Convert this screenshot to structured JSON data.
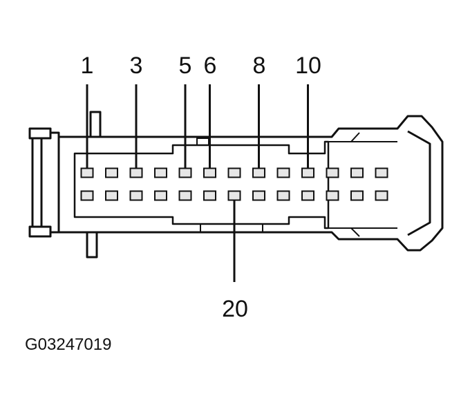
{
  "top_pin_labels": [
    "1",
    "3",
    "5",
    "6",
    "8",
    "10"
  ],
  "bottom_pin_labels": [
    "20"
  ],
  "figure_code": "G03247019",
  "connector": {
    "rows": 2,
    "pins_per_row": 13
  },
  "colors": {
    "line": "#111111",
    "background": "#ffffff",
    "pin_fill": "#e6e6e6"
  }
}
